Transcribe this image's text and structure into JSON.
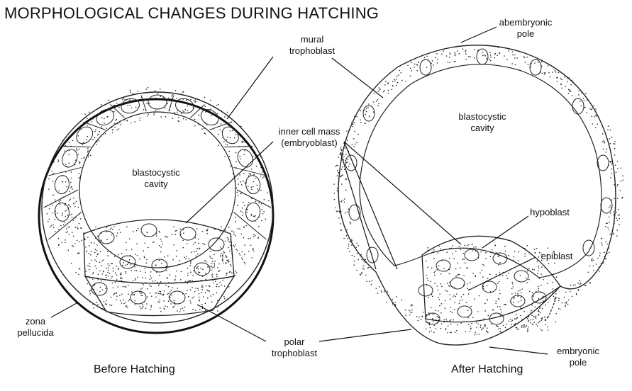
{
  "title": "MORPHOLOGICAL CHANGES DURING HATCHING",
  "captions": {
    "before": "Before Hatching",
    "after": "After Hatching"
  },
  "labels": {
    "mural_trophoblast": "mural\ntrophoblast",
    "abembryonic_pole": "abembryonic\npole",
    "blastocystic_cavity_left": "blastocystic\ncavity",
    "blastocystic_cavity_right": "blastocystic\ncavity",
    "inner_cell_mass": "inner cell mass\n(embryoblast)",
    "hypoblast": "hypoblast",
    "epiblast": "epiblast",
    "zona_pellucida": "zona\npellucida",
    "polar_trophoblast": "polar\ntrophoblast",
    "embryonic_pole": "embryonic\npole"
  }
}
